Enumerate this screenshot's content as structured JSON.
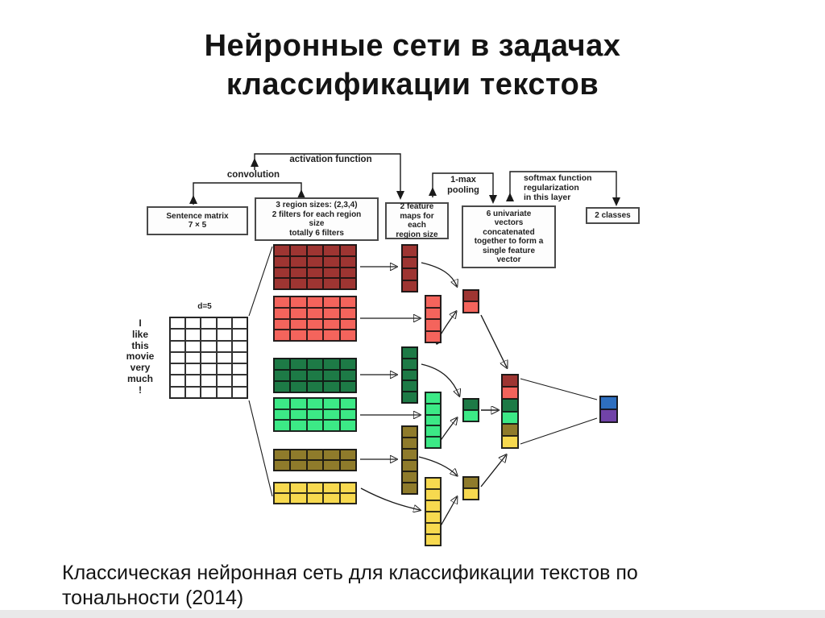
{
  "slide": {
    "title": "Нейронные сети в задачах\nклассификации текстов",
    "caption": "Классическая нейронная сеть для классификации текстов по\nтональности (2014)"
  },
  "diagram": {
    "labels": {
      "convolution": "convolution",
      "activation": "activation function",
      "pooling": "1-max\npooling",
      "softmax": "softmax function\nregularization\nin this layer"
    },
    "boxes": {
      "sentence_matrix": "Sentence matrix\n7 × 5",
      "region_sizes": "3 region sizes: (2,3,4)\n2 filters for each region\nsize\ntotally 6 filters",
      "feature_maps": "2 feature\nmaps for\neach\nregion size",
      "univariate": "6 univariate\nvectors\nconcatenated\ntogether to form a\nsingle feature\nvector",
      "classes": "2 classes"
    },
    "sentence": {
      "words": [
        "I",
        "like",
        "this",
        "movie",
        "very",
        "much",
        "!"
      ],
      "dim_label": "d=5",
      "matrix": {
        "rows": 7,
        "cols": 5,
        "colors": "#ffffff"
      }
    },
    "palette": {
      "dark_red": "#9e3532",
      "light_red": "#f4645c",
      "dark_green": "#1d7a46",
      "light_green": "#3ce986",
      "olive": "#8f7b2b",
      "yellow": "#f7d94f",
      "blue": "#2e6fc0",
      "purple": "#7143a8"
    },
    "filters": [
      {
        "region_size": 4,
        "matrix": {
          "rows": 4,
          "cols": 5,
          "colors": "#9e3532"
        }
      },
      {
        "region_size": 4,
        "matrix": {
          "rows": 4,
          "cols": 5,
          "colors": "#f4645c"
        }
      },
      {
        "region_size": 3,
        "matrix": {
          "rows": 3,
          "cols": 5,
          "colors": "#1d7a46"
        }
      },
      {
        "region_size": 3,
        "matrix": {
          "rows": 3,
          "cols": 5,
          "colors": "#3ce986"
        }
      },
      {
        "region_size": 2,
        "matrix": {
          "rows": 2,
          "cols": 5,
          "colors": "#8f7b2b"
        }
      },
      {
        "region_size": 2,
        "matrix": {
          "rows": 2,
          "cols": 5,
          "colors": "#f7d94f"
        }
      }
    ],
    "feature_maps": [
      {
        "matrix": {
          "rows": 4,
          "cols": 1,
          "colors": "#9e3532"
        }
      },
      {
        "matrix": {
          "rows": 4,
          "cols": 1,
          "colors": "#f4645c"
        }
      },
      {
        "matrix": {
          "rows": 5,
          "cols": 1,
          "colors": "#1d7a46"
        }
      },
      {
        "matrix": {
          "rows": 5,
          "cols": 1,
          "colors": "#3ce986"
        }
      },
      {
        "matrix": {
          "rows": 6,
          "cols": 1,
          "colors": "#8f7b2b"
        }
      },
      {
        "matrix": {
          "rows": 6,
          "cols": 1,
          "colors": "#f7d94f"
        }
      }
    ],
    "pooled": [
      {
        "matrix": {
          "rows": 2,
          "cols": 1,
          "colors": [
            "#9e3532",
            "#f4645c"
          ]
        }
      },
      {
        "matrix": {
          "rows": 2,
          "cols": 1,
          "colors": [
            "#1d7a46",
            "#3ce986"
          ]
        }
      },
      {
        "matrix": {
          "rows": 2,
          "cols": 1,
          "colors": [
            "#8f7b2b",
            "#f7d94f"
          ]
        }
      }
    ],
    "concat_vector": {
      "matrix": {
        "rows": 6,
        "cols": 1,
        "colors": [
          "#9e3532",
          "#f4645c",
          "#1d7a46",
          "#3ce986",
          "#8f7b2b",
          "#f7d94f"
        ]
      }
    },
    "output_vector": {
      "matrix": {
        "rows": 2,
        "cols": 1,
        "colors": [
          "#2e6fc0",
          "#7143a8"
        ]
      }
    }
  }
}
